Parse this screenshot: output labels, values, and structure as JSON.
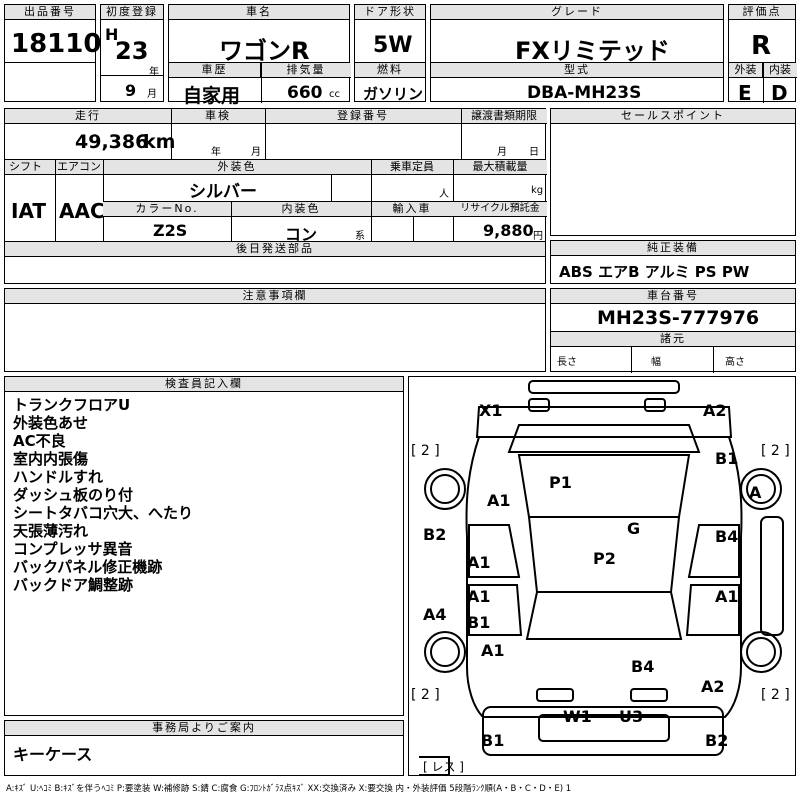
{
  "header": {
    "lot_label": "出品番号",
    "lot_number": "18110",
    "first_reg_label": "初度登録",
    "era": "H",
    "year": "23",
    "year_unit": "年",
    "month": "9",
    "month_unit": "月",
    "car_name_label": "車名",
    "car_name": "ワゴンR",
    "door_label": "ドア形状",
    "door_type": "5W",
    "grade_label": "グレード",
    "grade": "FXリミテッド",
    "score_label": "評価点",
    "score": "R",
    "history_label": "車歴",
    "history": "自家用",
    "displacement_label": "排気量",
    "displacement": "660",
    "displacement_unit": "cc",
    "fuel_label": "燃料",
    "fuel": "ガソリン",
    "model_label": "型式",
    "model": "DBA-MH23S",
    "exterior_label": "外装",
    "exterior": "E",
    "interior_label": "内装",
    "interior": "D"
  },
  "details": {
    "mileage_label": "走行",
    "mileage": "49,386",
    "mileage_unit": "km",
    "inspection_label": "車検",
    "inspection_year": "年",
    "inspection_month": "月",
    "reg_no_label": "登録番号",
    "transfer_label": "譲渡書類期限",
    "transfer_month": "月",
    "transfer_day": "日",
    "shift_label": "シフト",
    "shift": "IAT",
    "aircon_label": "エアコン",
    "aircon": "AAC",
    "ext_color_label": "外装色",
    "ext_color": "シルバー",
    "capacity_label": "乗車定員",
    "capacity_unit": "人",
    "max_load_label": "最大積載量",
    "max_load_unit": "kg",
    "color_no_label": "カラーNo.",
    "color_no": "Z2S",
    "int_color_label": "内装色",
    "int_color": "コン",
    "int_color_unit": "系",
    "import_label": "輸入車",
    "recycle_label": "リサイクル預託金",
    "recycle": "9,880",
    "recycle_unit": "円",
    "later_parts_label": "後日発送部品"
  },
  "sales_points": {
    "label": "セールスポイント"
  },
  "genuine_equipment": {
    "label": "純正装備",
    "items": "ABS エアB アルミ PS PW"
  },
  "caution": {
    "label": "注意事項欄"
  },
  "chassis": {
    "label": "車台番号",
    "number": "MH23S-777976",
    "spec_label": "諸元",
    "length_label": "長さ",
    "width_label": "幅",
    "height_label": "高さ"
  },
  "inspector": {
    "label": "検査員記入欄",
    "notes": [
      "トランクフロアU",
      "外装色あせ",
      "AC不良",
      "室内内張傷",
      "ハンドルすれ",
      "ダッシュ板のり付",
      "シートタバコ穴大、へたり",
      "天張薄汚れ",
      "コンプレッサ異音",
      "バックパネル修正機跡",
      "バックドア鯛整跡"
    ]
  },
  "office": {
    "label": "事務局よりご案内",
    "text": "キーケース"
  },
  "diagram": {
    "marks": {
      "x1": "X1",
      "a2_top": "A2",
      "b1_right": "B1",
      "p1": "P1",
      "a_right": "A",
      "a1_left": "A1",
      "g": "G",
      "b2_left": "B2",
      "b4_right": "B4",
      "p2": "P2",
      "a1_mid": "A1",
      "a1_lower": "A1",
      "a1_right": "A1",
      "b1_lower": "B1",
      "a4": "A4",
      "a1_rear": "A1",
      "b4_rear": "B4",
      "a2_rear": "A2",
      "w1": "W1",
      "u3": "U3",
      "b1_bottom": "B1",
      "b2_bottom": "B2",
      "tire_fl": "[ 2 ]",
      "tire_fr": "[ 2 ]",
      "tire_rl": "[ 2 ]",
      "tire_rr": "[ 2 ]",
      "spare": "[ レス ]"
    }
  },
  "legend": "A:ｷｽﾞ U:ﾍｺﾐ B:ｷｽﾞを伴うﾍｺﾐ P:要塗装 W:補修跡 S:錆 C:腐食 G:ﾌﾛﾝﾄｶﾞﾗｽ点ｷｽﾞ XX:交換済み X:要交換 内・外装評価 5段階ﾗﾝｸ順(A・B・C・D・E) 1"
}
